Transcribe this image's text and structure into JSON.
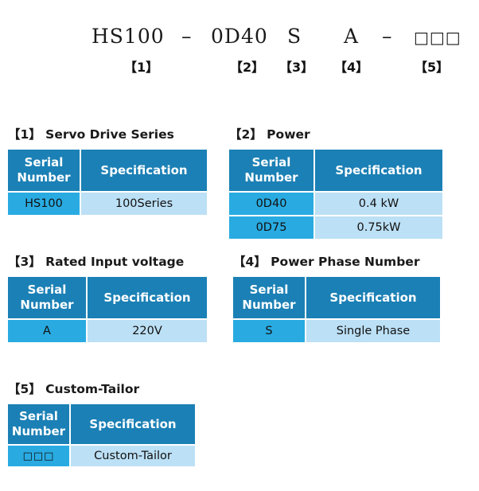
{
  "model_code": {
    "series": "HS100",
    "dash1": "–",
    "power": "0D40",
    "phase": "S",
    "voltage": "A",
    "dash2": "–",
    "custom": "□□□"
  },
  "markers": {
    "m1": "【1】",
    "m2": "【2】",
    "m3": "【3】",
    "m4": "【4】",
    "m5": "【5】"
  },
  "columns": {
    "serial": "Serial Number",
    "serial_line1": "Serial",
    "serial_line2": "Number",
    "specification": "Specification"
  },
  "sections": [
    {
      "title": "【1】 Servo Drive Series",
      "rows": [
        {
          "serial": "HS100",
          "spec": "100Series"
        }
      ]
    },
    {
      "title": "【2】 Power",
      "rows": [
        {
          "serial": "0D40",
          "spec": "0.4 kW"
        },
        {
          "serial": "0D75",
          "spec": "0.75kW"
        }
      ]
    },
    {
      "title": "【3】 Rated Input voltage",
      "rows": [
        {
          "serial": "A",
          "spec": "220V"
        }
      ]
    },
    {
      "title": "【4】 Power Phase Number",
      "rows": [
        {
          "serial": "S",
          "spec": "Single Phase"
        }
      ]
    },
    {
      "title": "【5】 Custom-Tailor",
      "rows": [
        {
          "serial": "□□□",
          "spec": "Custom-Tailor"
        }
      ]
    }
  ],
  "colors": {
    "header_blue": "#1B80B5",
    "serial_blue": "#29ABE2",
    "spec_blue": "#BCE0F5",
    "background": "#FFFFFF",
    "text_dark": "#111111"
  }
}
